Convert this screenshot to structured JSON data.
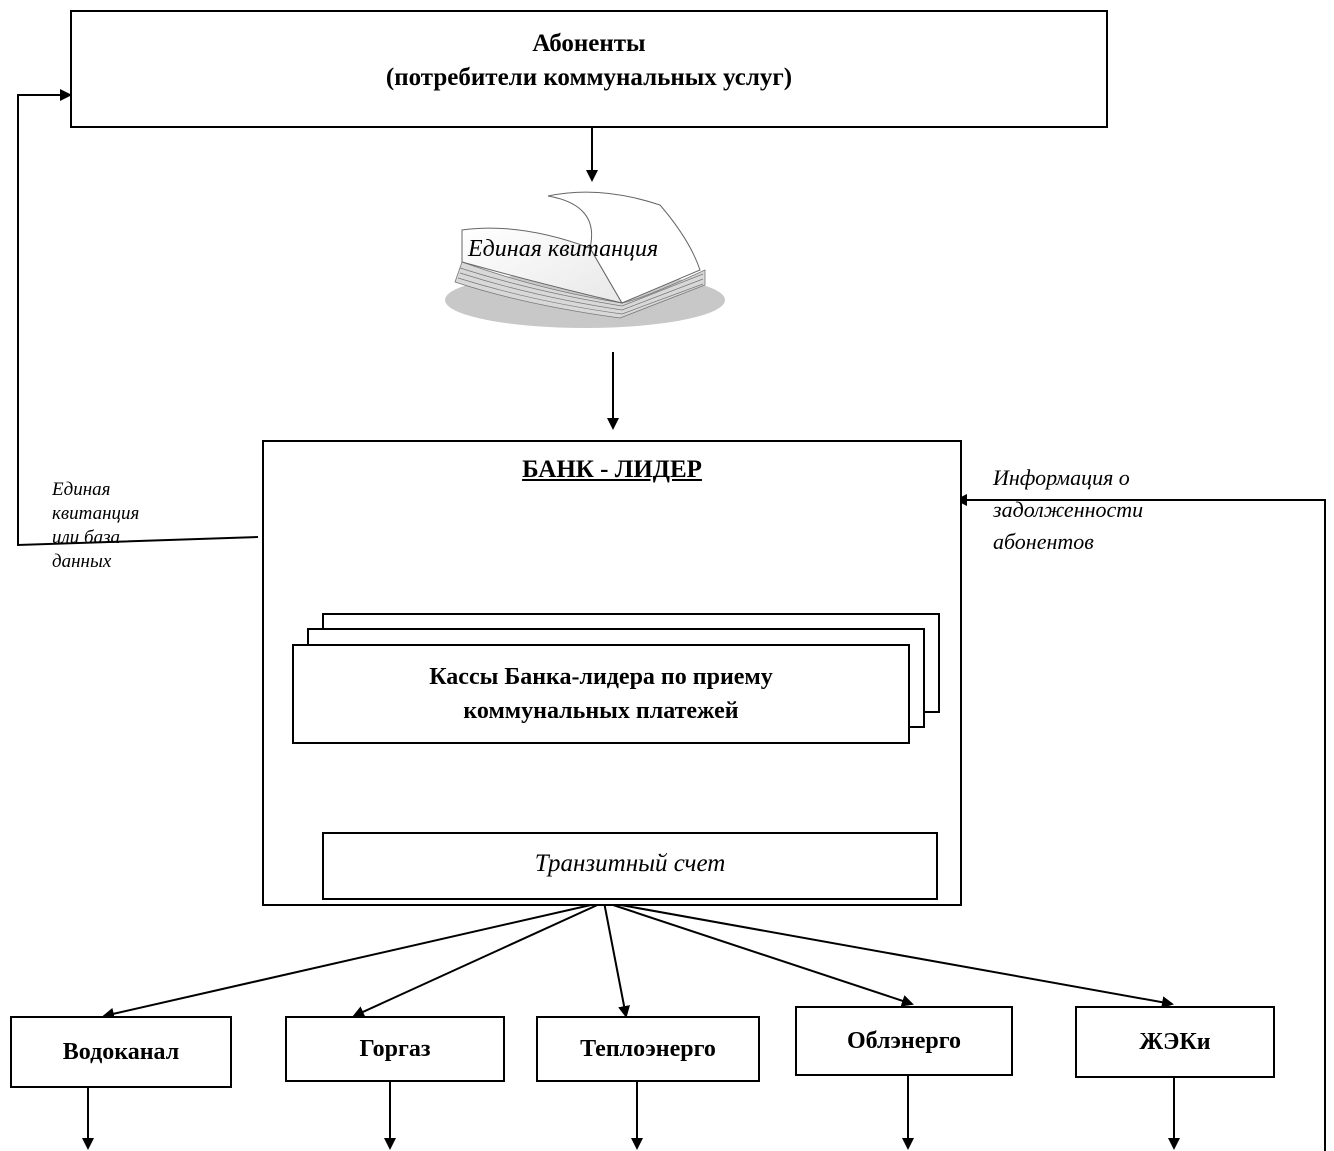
{
  "top_box": {
    "line1": "Абоненты",
    "line2": "(потребители коммунальных услуг)"
  },
  "receipt_label": "Единая квитанция",
  "bank": {
    "title": "БАНК - ЛИДЕР",
    "cash_line1": "Кассы Банка-лидера по приему",
    "cash_line2": "коммунальных платежей",
    "transit": "Транзитный счет"
  },
  "left_note": [
    "Единая",
    "квитанция",
    "или база",
    "данных"
  ],
  "right_note": [
    "Информация о",
    "задолженности",
    "абонентов"
  ],
  "providers": [
    "Водоканал",
    "Горгаз",
    "Теплоэнерго",
    "Облэнерго",
    "ЖЭКи"
  ]
}
